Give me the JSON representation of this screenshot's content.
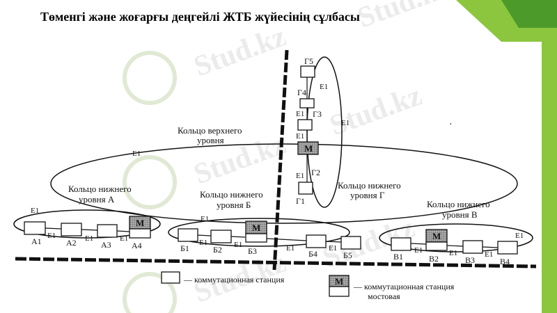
{
  "title": "Төменгі және жоғарғы деңгейлі ЖТБ жүйесінің сұлбасы",
  "accent": {
    "green_dark": "#4c9a2a",
    "green_light": "#8cc63f"
  },
  "watermark": "Stud.kz",
  "link_label": "E1",
  "bridge_mark": "M",
  "rings": {
    "upper": [
      "Кольцо верхнего",
      "уровня"
    ],
    "a": [
      "Кольцо нижнего",
      "уровня А"
    ],
    "b": [
      "Кольцо нижнего",
      "уровня Б"
    ],
    "v": [
      "Кольцо нижнего",
      "уровня В"
    ],
    "g": [
      "Кольцо нижнего",
      "уровня Г"
    ]
  },
  "stations": {
    "a": [
      "А1",
      "А2",
      "А3",
      "А4"
    ],
    "b": [
      "Б1",
      "Б2",
      "Б3",
      "Б4",
      "Б5"
    ],
    "v": [
      "В1",
      "В2",
      "В3",
      "В4"
    ],
    "g": [
      "Г1",
      "Г2",
      "Г3",
      "Г4",
      "Г5"
    ]
  },
  "legend": {
    "station": "— коммутационная станция",
    "bridge_line1": "— коммутационная станция",
    "bridge_line2": "мостовая"
  }
}
